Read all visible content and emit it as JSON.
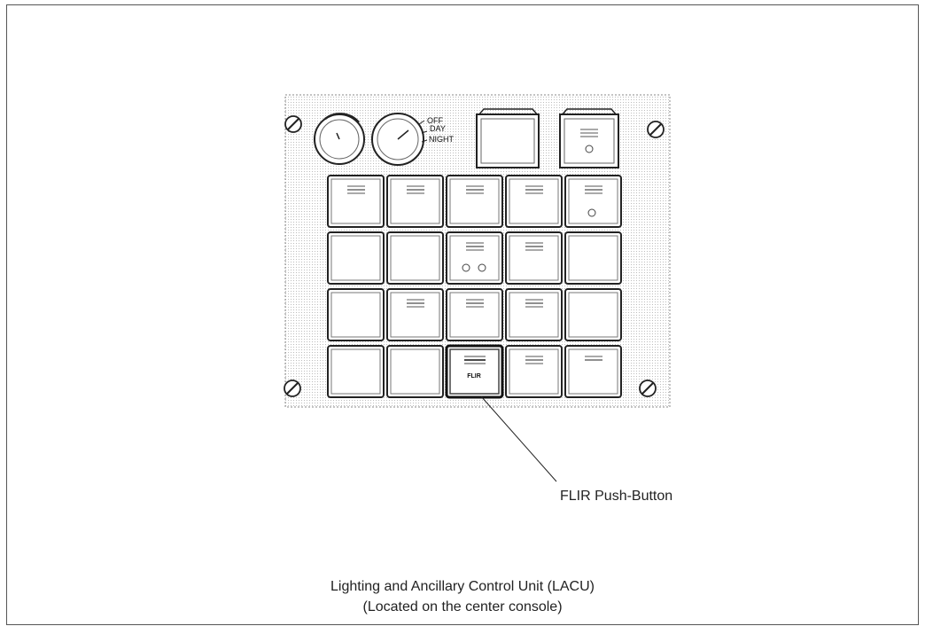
{
  "knob_labels": {
    "off": "OFF",
    "day": "DAY",
    "night": "NIGHT"
  },
  "flir_button_text": "FLIR",
  "callout": "FLIR Push-Button",
  "caption": {
    "line1": "Lighting and Ancillary Control Unit (LACU)",
    "line2": "(Located on the center console)"
  }
}
